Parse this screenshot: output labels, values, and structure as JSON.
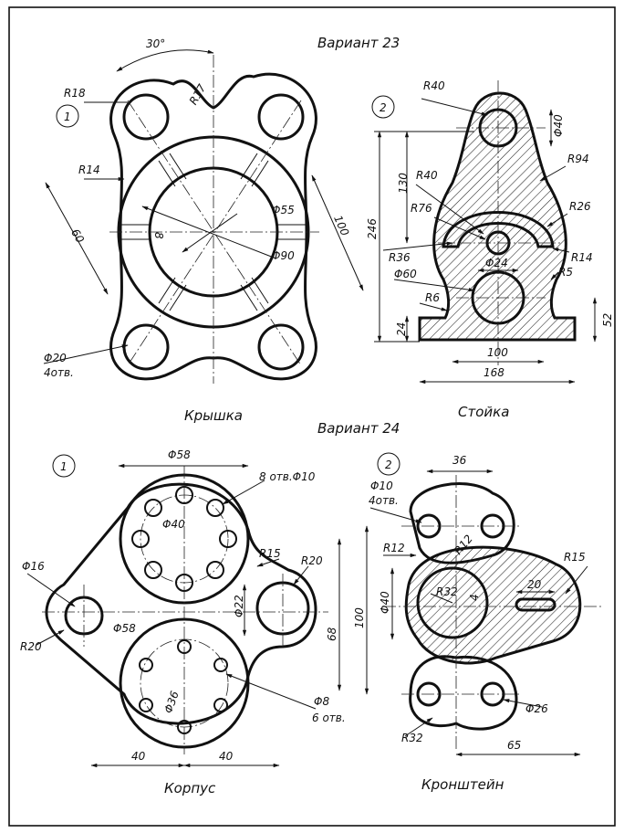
{
  "variant23": {
    "title": "Вариант 23",
    "part1": {
      "num": "1",
      "caption": "Крышка",
      "dims": {
        "angle": "30°",
        "r18": "R18",
        "r17": "R17",
        "r14": "R14",
        "d60": "60",
        "d8": "8",
        "d55": "Φ55",
        "d90": "Φ90",
        "d100": "100",
        "d20": "Φ20",
        "holes": "4отв."
      }
    },
    "part2": {
      "num": "2",
      "caption": "Стойка",
      "dims": {
        "r40a": "R40",
        "d40": "Φ40",
        "r94": "R94",
        "r40b": "R40",
        "r76": "R76",
        "r26": "R26",
        "d130": "130",
        "d246": "246",
        "r36": "R36",
        "d24": "Φ24",
        "r14": "R14",
        "d60": "Φ60",
        "r5": "R5",
        "r6": "R6",
        "d24b": "24",
        "d52": "52",
        "d100": "100",
        "d168": "168"
      }
    }
  },
  "variant24": {
    "title": "Вариант 24",
    "part1": {
      "num": "1",
      "caption": "Корпус",
      "dims": {
        "d58top": "Φ58",
        "holes8": "8 отв.Φ10",
        "d40": "Φ40",
        "r15": "R15",
        "r20a": "R20",
        "d16": "Φ16",
        "d22": "Φ22",
        "d68": "68",
        "d58bot": "Φ58",
        "r20b": "R20",
        "d36": "Φ36",
        "d8": "Φ8",
        "holes6": "6 отв.",
        "d40l": "40",
        "d40r": "40"
      }
    },
    "part2": {
      "num": "2",
      "caption": "Кронштейн",
      "dims": {
        "d36": "36",
        "d10": "Φ10",
        "holes4": "4отв.",
        "r12a": "R12",
        "r12b": "R12",
        "r15": "R15",
        "d40": "Φ40",
        "r32a": "R32",
        "d4": "4",
        "d20": "20",
        "d100": "100",
        "d26": "Φ26",
        "r32b": "R32",
        "d65": "65"
      }
    }
  }
}
